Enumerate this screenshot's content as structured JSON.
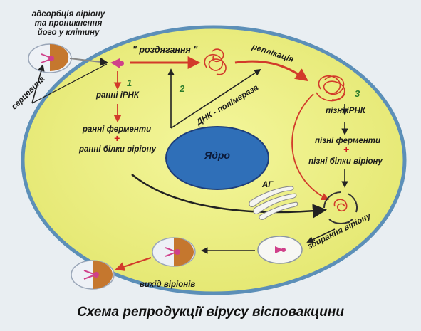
{
  "labels": {
    "adsorption": "адсорбція віріону\nта проникнення\nйого у клітину",
    "seruvevina": "серцевина",
    "rozdyagannya": "\" роздягання \"",
    "replication": "реплікація",
    "step1": "1",
    "step2": "2",
    "step3": "3",
    "early_mrna": "ранні іРНК",
    "early_enzymes": "ранні ферменти",
    "plus": "+",
    "early_proteins": "ранні білки віріону",
    "dna_polymerase": "ДНК - полімераза",
    "nucleus": "Ядро",
    "late_mrna": "пізні іРНК",
    "late_enzymes": "пізні ферменти",
    "late_proteins": "пізні білки віріону",
    "golgi": "АГ",
    "assembly": "збирання віріону",
    "exit": "вихід віріонів"
  },
  "caption": "Схема репродукції вірусу вісповакцини",
  "colors": {
    "cytoplasm": "#eef08a",
    "nucleus": "#2f6fb8",
    "arrow_red": "#d23a2a",
    "arrow_dark": "#222222",
    "virion_capsid": "#c5772e",
    "virion_core": "#d0408a"
  }
}
